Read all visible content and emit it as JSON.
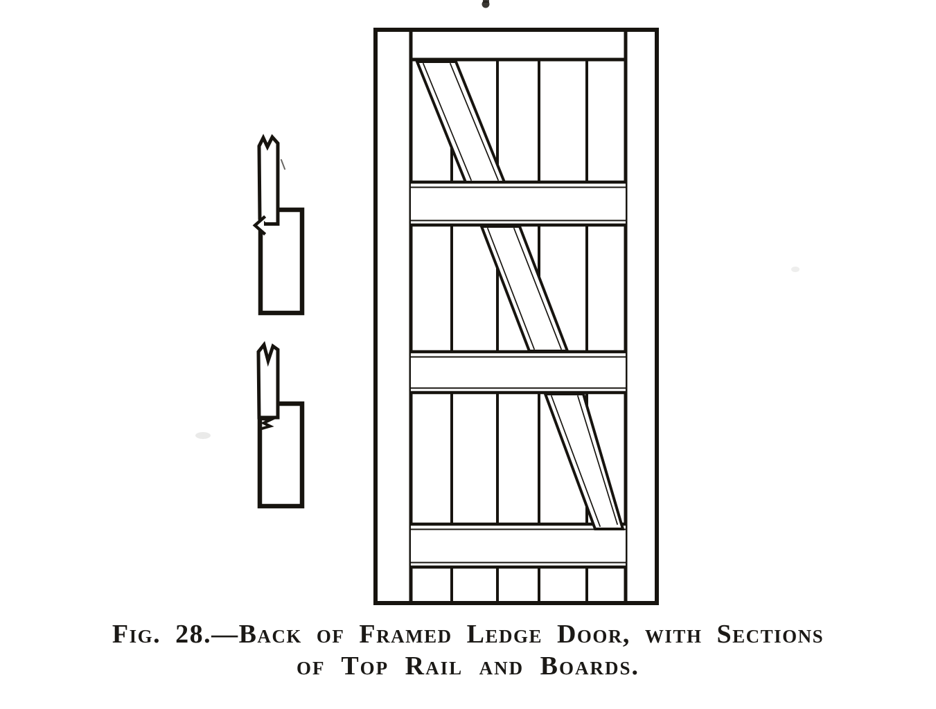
{
  "page": {
    "background_color": "#ffffff",
    "ink_color": "#1b1916"
  },
  "figure": {
    "number": "28",
    "caption_line1": "Fig. 28.—Back of Framed Ledge Door, with Sections",
    "caption_line2": "of Top Rail and Boards.",
    "subject": "back-of-framed-ledge-door-with-sections-of-top-rail-and-boards"
  }
}
